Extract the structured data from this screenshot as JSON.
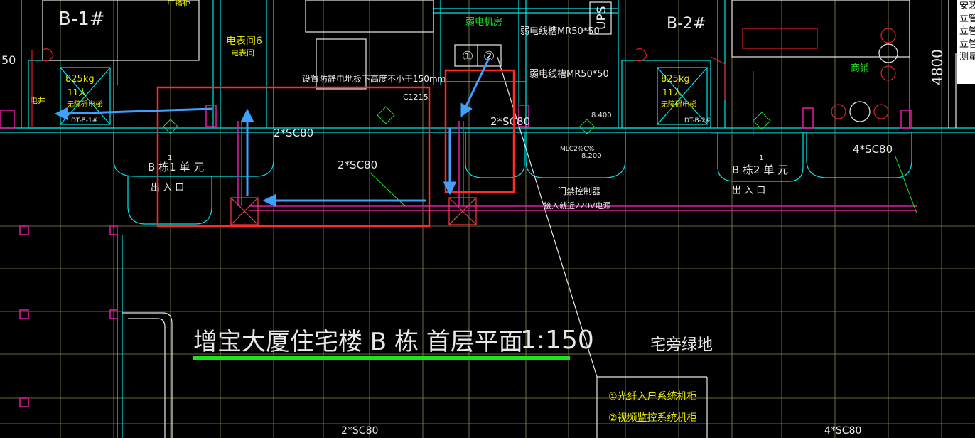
{
  "drawing": {
    "title": "增宝大厦住宅楼 B 栋 首层平面",
    "scale": "1:150",
    "greenbelt": "宅旁绿地"
  },
  "labels": {
    "b1_tag": "B-1#",
    "b2_tag": "B-2#",
    "ups": "UPS",
    "meter_room": "电表间6",
    "meter_room2": "电表间",
    "weak_room": "弱电机房",
    "tray1": "弱电线槽MR50*50",
    "tray2": "弱电线槽MR50*50",
    "antiflood": "设置防静电地板下高度不小于150mm",
    "sc80_a": "2*SC80",
    "sc80_b": "2*SC80",
    "sc80_c": "2*SC80",
    "sc80_d": "4*SC80",
    "sc80_bottom_left": "2*SC80",
    "sc80_bottom_right": "4*SC80",
    "unit_b1": "B 栋1 单 元",
    "unit_b2": "B 栋2 单 元",
    "exit_b1": "出 入 口",
    "exit_b2": "出 入 口",
    "elev_b1_weight": "825kg",
    "elev_b1_cap": "11人",
    "elev_b1_fire": "无障碍电梯",
    "elev_b2_weight": "825kg",
    "elev_b2_cap": "11人",
    "elev_b2_fire": "无障碍电梯",
    "dt_b1": "DT-B-1#",
    "dt_b2": "DT-B-2#",
    "shop": "商铺",
    "dim_4800": "4800",
    "elev_8400": "8.400",
    "elev_8200": "8.200",
    "access_ctrl": "门禁控制器",
    "access_power": "接入就近220V电源",
    "cabinet1": "①",
    "cabinet2": "②",
    "c1215": "C1215",
    "left_50": "50",
    "fire_stair": "电井",
    "l_num_1": "1",
    "l_num_2": "1",
    "small_code": "MLC2%C%",
    "left_top": "广播柜"
  },
  "legend": {
    "item1": "①光纤入户系统机柜",
    "item2": "②视频监控系统机柜"
  },
  "side_panel": {
    "rows": [
      "安装",
      "立管",
      "立管",
      "立管",
      "测量"
    ]
  },
  "colors": {
    "background": "#000000",
    "grid": "#8a8a55",
    "wall_cyan": "#00e5e5",
    "wall_white": "#e8e8e8",
    "highlight_red": "#ff2a2a",
    "annot_blue": "#3fa0ff",
    "title_green": "#1ae61a",
    "magenta": "#e01fa0",
    "yellow": "#e8e800",
    "green_text": "#22dd22"
  }
}
